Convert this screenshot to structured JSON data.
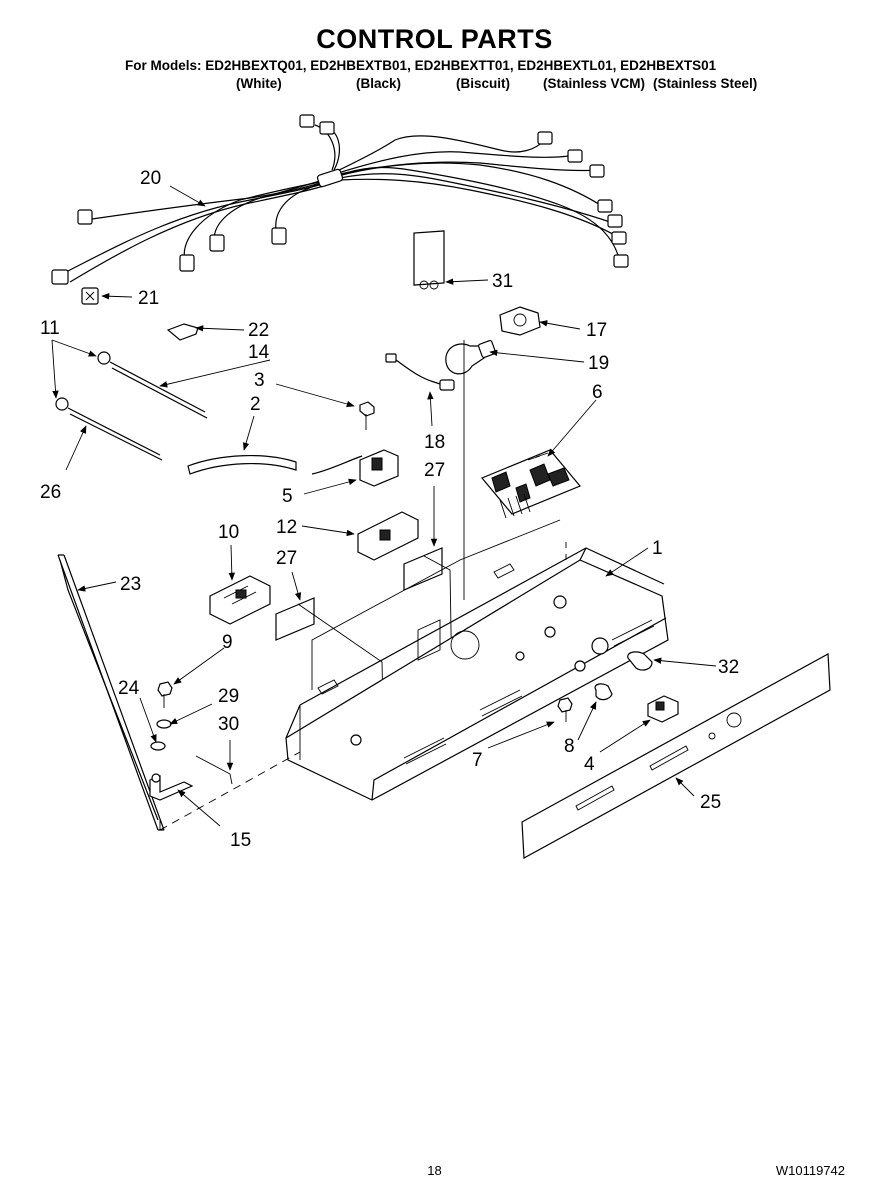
{
  "header": {
    "title": "CONTROL PARTS",
    "models": "For Models: ED2HBEXTQ01, ED2HBEXTB01, ED2HBEXTT01, ED2HBEXTL01, ED2HBEXTS01",
    "colors": [
      "(White)",
      "(Black)",
      "(Biscuit)",
      "(Stainless VCM)",
      "(Stainless Steel)"
    ]
  },
  "callouts": {
    "c1": "1",
    "c2": "2",
    "c3": "3",
    "c4": "4",
    "c5": "5",
    "c6": "6",
    "c7": "7",
    "c8": "8",
    "c9": "9",
    "c10": "10",
    "c11": "11",
    "c12": "12",
    "c14": "14",
    "c15": "15",
    "c17": "17",
    "c18": "18",
    "c19": "19",
    "c20": "20",
    "c21": "21",
    "c22": "22",
    "c23": "23",
    "c24": "24",
    "c25": "25",
    "c26": "26",
    "c27a": "27",
    "c27b": "27",
    "c29": "29",
    "c30": "30",
    "c31": "31",
    "c32": "32"
  },
  "footer": {
    "page_number": "18",
    "document_number": "W10119742"
  }
}
